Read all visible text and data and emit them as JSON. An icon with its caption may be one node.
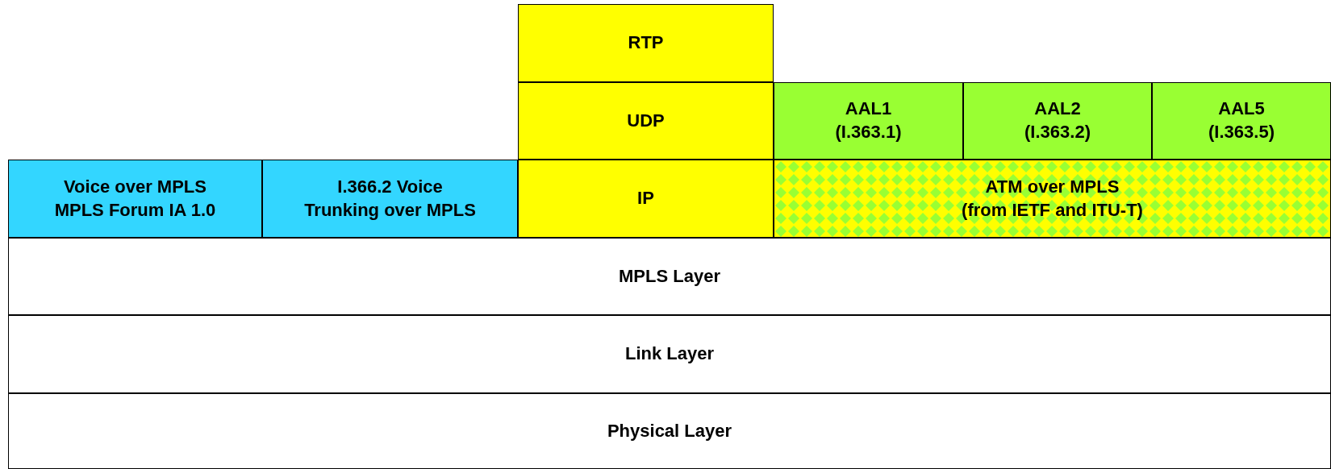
{
  "diagram": {
    "nodes": [
      {
        "text": [
          "RTP"
        ]
      },
      {
        "text": [
          "UDP"
        ]
      },
      {
        "text": [
          "AAL1",
          "(I.363.1)"
        ]
      },
      {
        "text": [
          "AAL2",
          "(I.363.2)"
        ]
      },
      {
        "text": [
          "AAL5",
          "(I.363.5)"
        ]
      },
      {
        "text": [
          "Voice over MPLS",
          "MPLS Forum IA 1.0"
        ]
      },
      {
        "text": [
          "I.366.2 Voice",
          "Trunking over MPLS"
        ]
      },
      {
        "text": [
          "IP"
        ]
      },
      {
        "text": [
          "ATM over MPLS",
          "(from IETF and ITU-T)"
        ]
      },
      {
        "text": [
          "MPLS Layer"
        ]
      },
      {
        "text": [
          "Link Layer"
        ]
      },
      {
        "text": [
          "Physical Layer"
        ]
      }
    ]
  }
}
